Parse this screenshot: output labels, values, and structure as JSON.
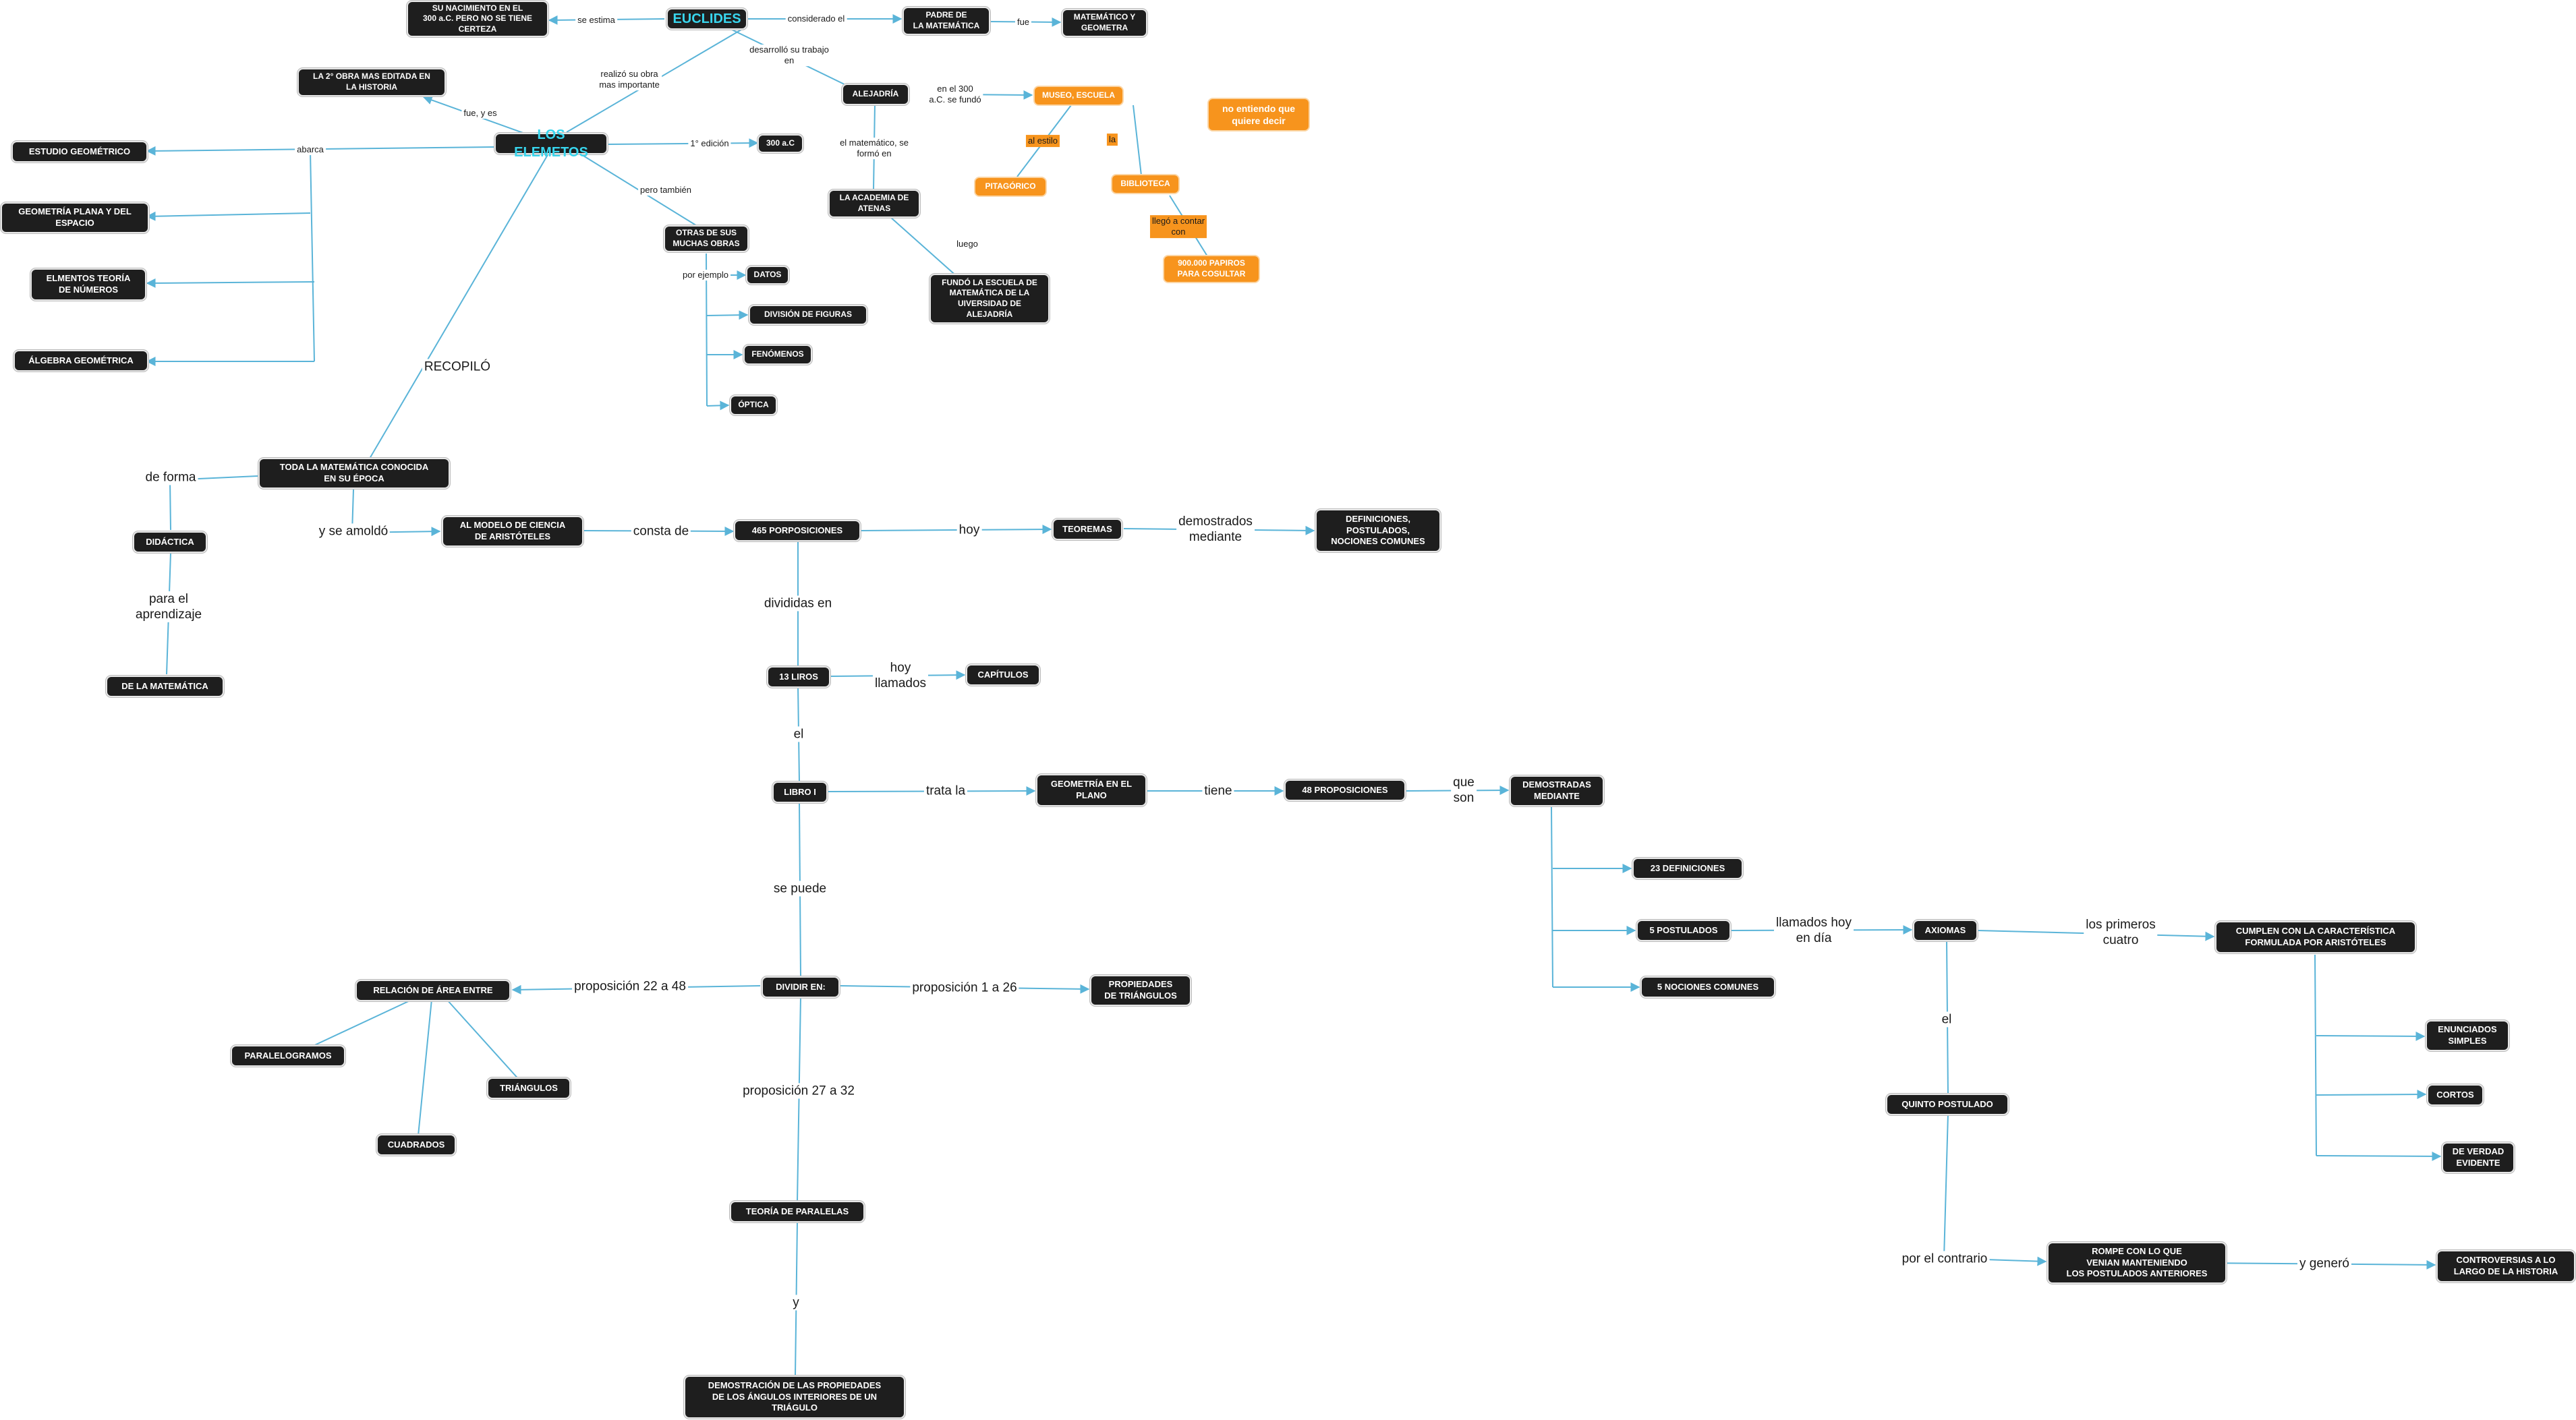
{
  "colors": {
    "node_bg": "#1e1e1e",
    "node_text": "#ffffff",
    "title_text": "#38d6ee",
    "connector": "#5ab4d8",
    "orange": "#f7941d"
  },
  "nodes": {
    "euclides": "EUCLIDES",
    "nacimiento": "SU NACIMIENTO EN EL\n300 a.C. PERO NO SE TIENE\nCERTEZA",
    "padre": "PADRE DE\nLA MATEMÁTICA",
    "matematico_geometra": "MATEMÁTICO Y\nGEOMETRA",
    "alejandria": "ALEJADRÍA",
    "museo": "MUSEO, ESCUELA",
    "pitagorico": "PITAGÓRICO",
    "biblioteca": "BIBLIOTECA",
    "papiros": "900.000 PAPIROS\nPARA COSULTAR",
    "no_entiendo": "no entiendo que\nquiere decir",
    "academia": "LA ACADEMIA DE\nATENAS",
    "fundo": "FUNDÓ LA ESCUELA DE\nMATEMÁTICA DE LA\nUIVERSIDAD DE\nALEJADRÍA",
    "segunda_obra": "LA 2° OBRA MAS EDITADA EN\nLA HISTORIA",
    "los_elemetos": "LOS ELEMETOS",
    "year_300": "300 a.C",
    "estudio_geometrico": "ESTUDIO GEOMÉTRICO",
    "geometria_plana": "GEOMETRÍA PLANA Y DEL\nESPACIO",
    "teoria_numeros": "ELMENTOS TEORÍA\nDE NÚMEROS",
    "algebra": "ÁLGEBRA GEOMÉTRICA",
    "otras_obras": "OTRAS DE SUS\nMUCHAS OBRAS",
    "datos": "DATOS",
    "division_figuras": "DIVISIÓN DE FIGURAS",
    "fenomenos": "FENÓMENOS",
    "optica": "ÓPTICA",
    "toda_matematica": "TODA LA MATEMÁTICA CONOCIDA\nEN SU ÉPOCA",
    "didactica": "DIDÁCTICA",
    "de_la_matematica": "DE LA MATEMÁTICA",
    "modelo_aristoteles": "AL MODELO DE CIENCIA\nDE ARISTÓTELES",
    "proposiciones_465": "465 PORPOSICIONES",
    "teoremas": "TEOREMAS",
    "definiciones": "DEFINICIONES,\nPOSTULADOS,\nNOCIONES COMUNES",
    "liros_13": "13 LIROS",
    "capitulos": "CAPÍTULOS",
    "libro_1": "LIBRO I",
    "geometria_plano": "GEOMETRÍA EN EL\nPLANO",
    "proposiciones_48": "48 PROPOSICIONES",
    "demostradas": "DEMOSTRADAS\nMEDIANTE",
    "definiciones_23": "23 DEFINICIONES",
    "postulados_5": "5 POSTULADOS",
    "nociones_5": "5 NOCIONES COMUNES",
    "axiomas": "AXIOMAS",
    "cumplen": "CUMPLEN CON LA CARACTERÍSTICA\nFORMULADA POR ARISTÓTELES",
    "enunciados": "ENUNCIADOS\nSIMPLES",
    "cortos": "CORTOS",
    "verdad": "DE VERDAD\nEVIDENTE",
    "quinto": "QUINTO POSTULADO",
    "rompe": "ROMPE CON LO QUE\nVENIAN MANTENIENDO\nLOS POSTULADOS ANTERIORES",
    "controversias": "CONTROVERSIAS A LO\nLARGO DE LA HISTORIA",
    "dividir": "DIVIDIR EN:",
    "relacion_area": "RELACIÓN DE ÁREA ENTRE",
    "paralelogramos": "PARALELOGRAMOS",
    "triangulos": "TRIÁNGULOS",
    "cuadrados": "CUADRADOS",
    "propiedades_triangulos": "PROPIEDADES\nDE TRIÁNGULOS",
    "teoria_paralelas": "TEORÍA DE PARALELAS",
    "demostracion": "DEMOSTRACIÓN DE LAS PROPIEDADES\nDE LOS ÁNGULOS INTERIORES DE UN\nTRIÁGULO"
  },
  "links": {
    "se_estima": "se estima",
    "considerado": "considerado el",
    "fue": "fue",
    "desarrollo": "desarrolló su trabajo\nen",
    "en_el_300": "en el 300\na.C. se fundó",
    "al_estilo": "al estilo",
    "la": "la",
    "llego": "llegó a contar\ncon",
    "el_matematico": "el matemático, se\nformó en",
    "luego": "luego",
    "realizo": "realizó su obra\nmas importante",
    "fue_y_es": "fue, y es",
    "abarca": "abarca",
    "primera_edicion": "1° edición",
    "pero_tambien": "pero también",
    "por_ejemplo": "por ejemplo",
    "recopilo": "RECOPILÓ",
    "de_forma": "de forma",
    "para_aprendizaje": "para el\naprendizaje",
    "se_amoldo": "y se amoldó",
    "consta_de": "consta de",
    "hoy": "hoy",
    "demostrados": "demostrados\nmediante",
    "divididas": "divididas en",
    "hoy_llamados": "hoy\nllamados",
    "el": "el",
    "trata_la": "trata la",
    "tiene": "tiene",
    "que_son": "que\nson",
    "llamados_dia": "llamados hoy\nen día",
    "primeros_cuatro": "los primeros\ncuatro",
    "el_axiomas": "el",
    "por_contrario": "por el contrario",
    "y_genero": "y generó",
    "se_puede": "se puede",
    "prop_22_48": "proposición 22 a 48",
    "prop_1_26": "proposición 1 a 26",
    "prop_27_32": "proposición 27 a 32",
    "y": "y"
  }
}
